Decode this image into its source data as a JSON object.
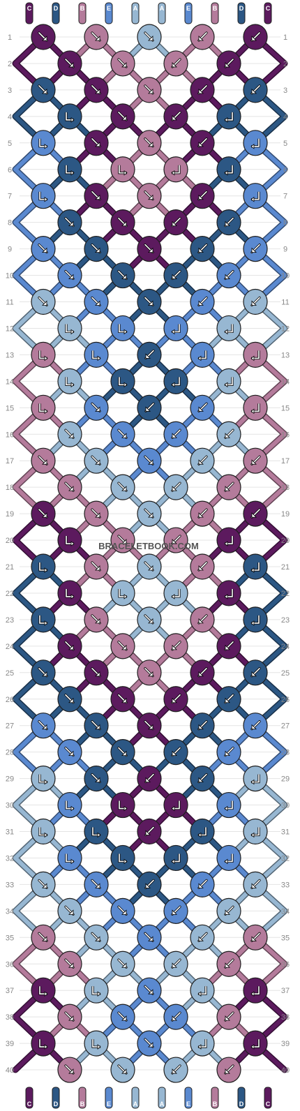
{
  "watermark": "BRACELETBOOK.COM",
  "strings_top": [
    "C",
    "D",
    "B",
    "E",
    "A",
    "A",
    "E",
    "B",
    "D",
    "C"
  ],
  "strings_bottom": [
    "C",
    "D",
    "B",
    "E",
    "A",
    "A",
    "E",
    "B",
    "D",
    "C"
  ],
  "colors": {
    "A": "#97b7d2",
    "B": "#b47b9b",
    "C": "#5c1a5e",
    "D": "#2c5784",
    "E": "#5a89d0"
  },
  "row_count": 40,
  "knot_rows": [
    [
      "C",
      "B",
      "A",
      "B",
      "C"
    ],
    [
      "C",
      "B",
      "B",
      "C"
    ],
    [
      "D",
      "C",
      "B",
      "C",
      "D"
    ],
    [
      "D",
      "C",
      "C",
      "D"
    ],
    [
      "E",
      "C",
      "B",
      "C",
      "E"
    ],
    [
      "D",
      "B",
      "B",
      "D"
    ],
    [
      "E",
      "C",
      "B",
      "C",
      "E"
    ],
    [
      "D",
      "C",
      "C",
      "D"
    ],
    [
      "E",
      "D",
      "C",
      "D",
      "E"
    ],
    [
      "E",
      "D",
      "D",
      "E"
    ],
    [
      "A",
      "E",
      "D",
      "E",
      "A"
    ],
    [
      "A",
      "E",
      "E",
      "A"
    ],
    [
      "B",
      "E",
      "D",
      "E",
      "B"
    ],
    [
      "A",
      "D",
      "D",
      "A"
    ],
    [
      "B",
      "E",
      "D",
      "E",
      "B"
    ],
    [
      "A",
      "E",
      "E",
      "A"
    ],
    [
      "B",
      "A",
      "E",
      "A",
      "B"
    ],
    [
      "B",
      "A",
      "A",
      "B"
    ],
    [
      "C",
      "B",
      "A",
      "B",
      "C"
    ],
    [
      "C",
      "B",
      "B",
      "C"
    ],
    [
      "D",
      "B",
      "A",
      "B",
      "D"
    ],
    [
      "C",
      "A",
      "A",
      "C"
    ],
    [
      "D",
      "B",
      "A",
      "B",
      "D"
    ],
    [
      "C",
      "B",
      "B",
      "C"
    ],
    [
      "D",
      "C",
      "B",
      "C",
      "D"
    ],
    [
      "D",
      "C",
      "C",
      "D"
    ],
    [
      "E",
      "D",
      "C",
      "D",
      "E"
    ],
    [
      "E",
      "D",
      "D",
      "E"
    ],
    [
      "A",
      "D",
      "C",
      "D",
      "A"
    ],
    [
      "E",
      "C",
      "C",
      "E"
    ],
    [
      "A",
      "D",
      "C",
      "D",
      "A"
    ],
    [
      "E",
      "D",
      "D",
      "E"
    ],
    [
      "A",
      "E",
      "D",
      "E",
      "A"
    ],
    [
      "A",
      "E",
      "E",
      "A"
    ],
    [
      "B",
      "A",
      "E",
      "A",
      "B"
    ],
    [
      "B",
      "A",
      "A",
      "B"
    ],
    [
      "C",
      "A",
      "E",
      "A",
      "C"
    ],
    [
      "B",
      "E",
      "E",
      "B"
    ],
    [
      "C",
      "A",
      "E",
      "A",
      "C"
    ],
    [
      "B",
      "A",
      "A",
      "B"
    ]
  ],
  "knot_dirs": [
    [
      "se",
      "se",
      "se",
      "sw",
      "sw"
    ],
    [
      "se",
      "se",
      "sw",
      "sw"
    ],
    [
      "se",
      "se",
      "se",
      "sw",
      "sw"
    ],
    [
      "bl",
      "se",
      "sw",
      "br"
    ],
    [
      "bl",
      "se",
      "se",
      "sw",
      "br"
    ],
    [
      "bl",
      "bl",
      "br",
      "br"
    ],
    [
      "bl",
      "se",
      "se",
      "sw",
      "br"
    ],
    [
      "se",
      "se",
      "sw",
      "sw"
    ],
    [
      "se",
      "se",
      "se",
      "sw",
      "sw"
    ],
    [
      "se",
      "se",
      "sw",
      "sw"
    ],
    [
      "se",
      "se",
      "se",
      "sw",
      "sw"
    ],
    [
      "bl",
      "bl",
      "br",
      "br"
    ],
    [
      "bl",
      "bl",
      "sw",
      "br",
      "br"
    ],
    [
      "bl",
      "bl",
      "br",
      "br"
    ],
    [
      "bl",
      "se",
      "sw",
      "sw",
      "br"
    ],
    [
      "se",
      "se",
      "sw",
      "sw"
    ],
    [
      "se",
      "se",
      "se",
      "sw",
      "sw"
    ],
    [
      "se",
      "se",
      "sw",
      "sw"
    ],
    [
      "se",
      "se",
      "se",
      "sw",
      "sw"
    ],
    [
      "bl",
      "se",
      "sw",
      "br"
    ],
    [
      "bl",
      "se",
      "se",
      "sw",
      "br"
    ],
    [
      "bl",
      "bl",
      "br",
      "br"
    ],
    [
      "bl",
      "se",
      "se",
      "sw",
      "br"
    ],
    [
      "se",
      "se",
      "sw",
      "sw"
    ],
    [
      "se",
      "se",
      "se",
      "sw",
      "sw"
    ],
    [
      "se",
      "se",
      "sw",
      "sw"
    ],
    [
      "se",
      "se",
      "se",
      "sw",
      "sw"
    ],
    [
      "se",
      "se",
      "sw",
      "sw"
    ],
    [
      "bl",
      "se",
      "sw",
      "sw",
      "br"
    ],
    [
      "bl",
      "bl",
      "br",
      "br"
    ],
    [
      "bl",
      "bl",
      "sw",
      "br",
      "br"
    ],
    [
      "bl",
      "bl",
      "br",
      "br"
    ],
    [
      "se",
      "se",
      "sw",
      "sw",
      "sw"
    ],
    [
      "se",
      "se",
      "sw",
      "sw"
    ],
    [
      "se",
      "se",
      "se",
      "sw",
      "sw"
    ],
    [
      "se",
      "se",
      "sw",
      "sw"
    ],
    [
      "bl",
      "bl",
      "se",
      "br",
      "br"
    ],
    [
      "se",
      "se",
      "sw",
      "sw"
    ],
    [
      "bl",
      "bl",
      "se",
      "br",
      "br"
    ],
    [
      "se",
      "se",
      "sw",
      "sw"
    ]
  ]
}
